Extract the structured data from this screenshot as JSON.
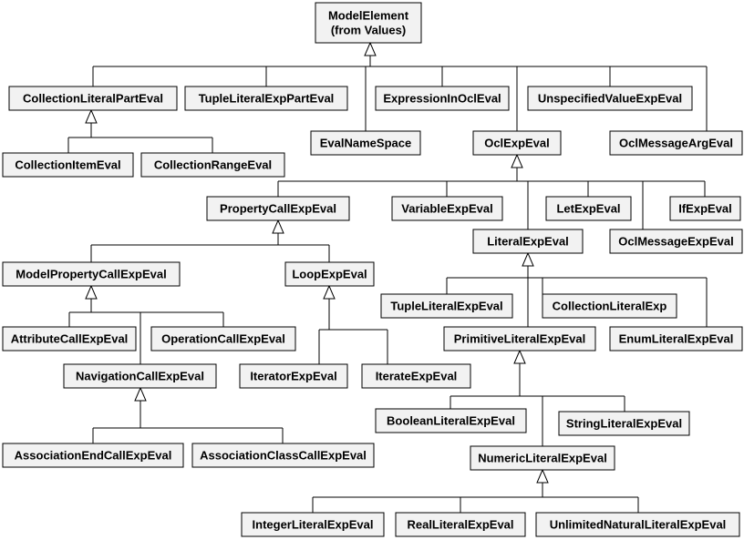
{
  "title": "",
  "classes": {
    "model_element": [
      "ModelElement",
      "(from Values)"
    ],
    "collection_literal_part_eval": "CollectionLiteralPartEval",
    "tuple_literal_exp_part_eval": "TupleLiteralExpPartEval",
    "expression_in_ocl_eval": "ExpressionInOclEval",
    "unspecified_value_exp_eval": "UnspecifiedValueExpEval",
    "collection_item_eval": "CollectionItemEval",
    "collection_range_eval": "CollectionRangeEval",
    "eval_name_space": "EvalNameSpace",
    "ocl_exp_eval": "OclExpEval",
    "ocl_message_arg_eval": "OclMessageArgEval",
    "property_call_exp_eval": "PropertyCallExpEval",
    "variable_exp_eval": "VariableExpEval",
    "let_exp_eval": "LetExpEval",
    "if_exp_eval": "IfExpEval",
    "literal_exp_eval": "LiteralExpEval",
    "ocl_message_exp_eval": "OclMessageExpEval",
    "model_property_call_exp_eval": "ModelPropertyCallExpEval",
    "loop_exp_eval": "LoopExpEval",
    "tuple_literal_exp_eval": "TupleLiteralExpEval",
    "collection_literal_exp": "CollectionLiteralExp",
    "attribute_call_exp_eval": "AttributeCallExpEval",
    "operation_call_exp_eval": "OperationCallExpEval",
    "primitive_literal_exp_eval": "PrimitiveLiteralExpEval",
    "enum_literal_exp_eval": "EnumLiteralExpEval",
    "navigation_call_exp_eval": "NavigationCallExpEval",
    "iterator_exp_eval": "IteratorExpEval",
    "iterate_exp_eval": "IterateExpEval",
    "boolean_literal_exp_eval": "BooleanLiteralExpEval",
    "string_literal_exp_eval": "StringLiteralExpEval",
    "association_end_call_exp_eval": "AssociationEndCallExpEval",
    "association_class_call_exp_eval": "AssociationClassCallExpEval",
    "numeric_literal_exp_eval": "NumericLiteralExpEval",
    "integer_literal_exp_eval": "IntegerLiteralExpEval",
    "real_literal_exp_eval": "RealLiteralExpEval",
    "unlimited_natural_literal_exp_eval": "UnlimitedNaturalLiteralExpEval"
  },
  "generalizations": [
    {
      "parent": "model_element",
      "children": [
        "collection_literal_part_eval",
        "tuple_literal_exp_part_eval",
        "eval_name_space",
        "expression_in_ocl_eval",
        "ocl_exp_eval",
        "unspecified_value_exp_eval",
        "ocl_message_arg_eval"
      ]
    },
    {
      "parent": "collection_literal_part_eval",
      "children": [
        "collection_item_eval",
        "collection_range_eval"
      ]
    },
    {
      "parent": "ocl_exp_eval",
      "children": [
        "property_call_exp_eval",
        "variable_exp_eval",
        "literal_exp_eval",
        "let_exp_eval",
        "ocl_message_exp_eval",
        "if_exp_eval"
      ]
    },
    {
      "parent": "property_call_exp_eval",
      "children": [
        "model_property_call_exp_eval",
        "loop_exp_eval"
      ]
    },
    {
      "parent": "model_property_call_exp_eval",
      "children": [
        "attribute_call_exp_eval",
        "navigation_call_exp_eval",
        "operation_call_exp_eval"
      ]
    },
    {
      "parent": "loop_exp_eval",
      "children": [
        "iterator_exp_eval",
        "iterate_exp_eval"
      ]
    },
    {
      "parent": "literal_exp_eval",
      "children": [
        "tuple_literal_exp_eval",
        "primitive_literal_exp_eval",
        "collection_literal_exp",
        "enum_literal_exp_eval"
      ]
    },
    {
      "parent": "primitive_literal_exp_eval",
      "children": [
        "boolean_literal_exp_eval",
        "numeric_literal_exp_eval",
        "string_literal_exp_eval"
      ]
    },
    {
      "parent": "navigation_call_exp_eval",
      "children": [
        "association_end_call_exp_eval",
        "association_class_call_exp_eval"
      ]
    },
    {
      "parent": "numeric_literal_exp_eval",
      "children": [
        "integer_literal_exp_eval",
        "real_literal_exp_eval",
        "unlimited_natural_literal_exp_eval"
      ]
    }
  ]
}
